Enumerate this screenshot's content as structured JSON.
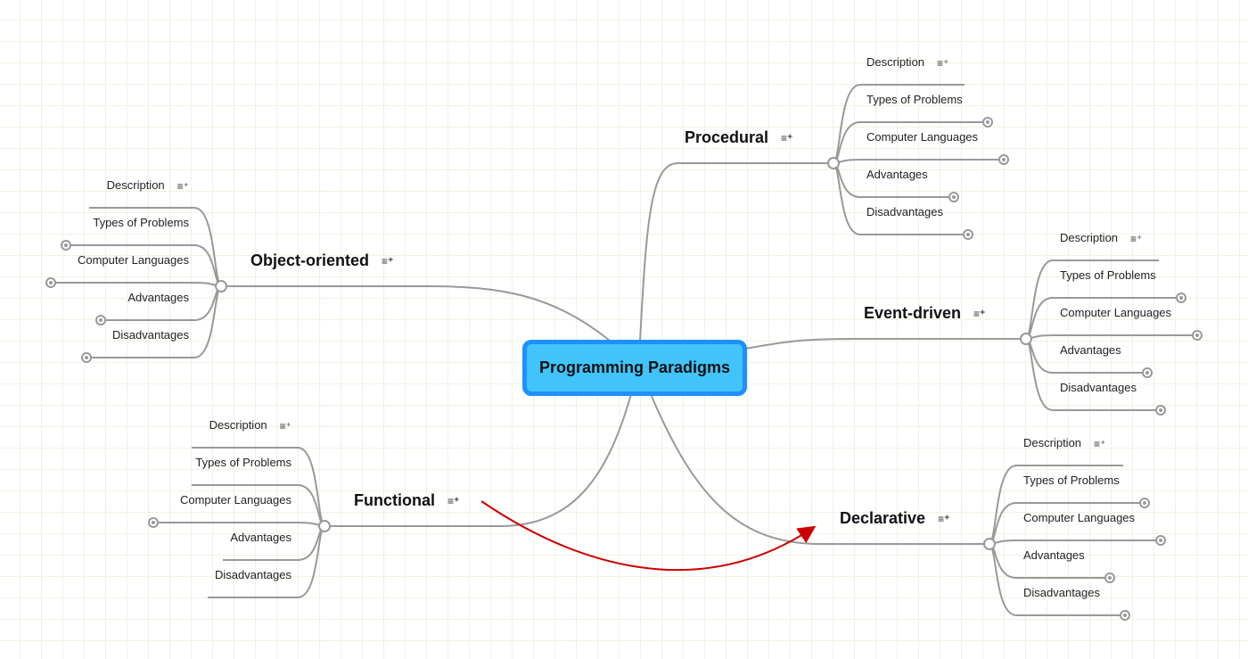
{
  "central": "Programming Paradigms",
  "note_icon": "note-add-icon",
  "colors": {
    "central_fill": "#40c4fa",
    "central_border": "#1e90ff",
    "link": "#999999",
    "relationship_arrow": "#cc0000"
  },
  "branches": [
    {
      "id": "procedural",
      "label": "Procedural",
      "children": [
        "Description",
        "Types of Problems",
        "Computer Languages",
        "Advantages",
        "Disadvantages"
      ]
    },
    {
      "id": "object-oriented",
      "label": "Object-oriented",
      "children": [
        "Description",
        "Types of Problems",
        "Computer Languages",
        "Advantages",
        "Disadvantages"
      ]
    },
    {
      "id": "event-driven",
      "label": "Event-driven",
      "children": [
        "Description",
        "Types of Problems",
        "Computer Languages",
        "Advantages",
        "Disadvantages"
      ]
    },
    {
      "id": "functional",
      "label": "Functional",
      "children": [
        "Description",
        "Types of Problems",
        "Computer Languages",
        "Advantages",
        "Disadvantages"
      ]
    },
    {
      "id": "declarative",
      "label": "Declarative",
      "children": [
        "Description",
        "Types of Problems",
        "Computer Languages",
        "Advantages",
        "Disadvantages"
      ]
    }
  ]
}
